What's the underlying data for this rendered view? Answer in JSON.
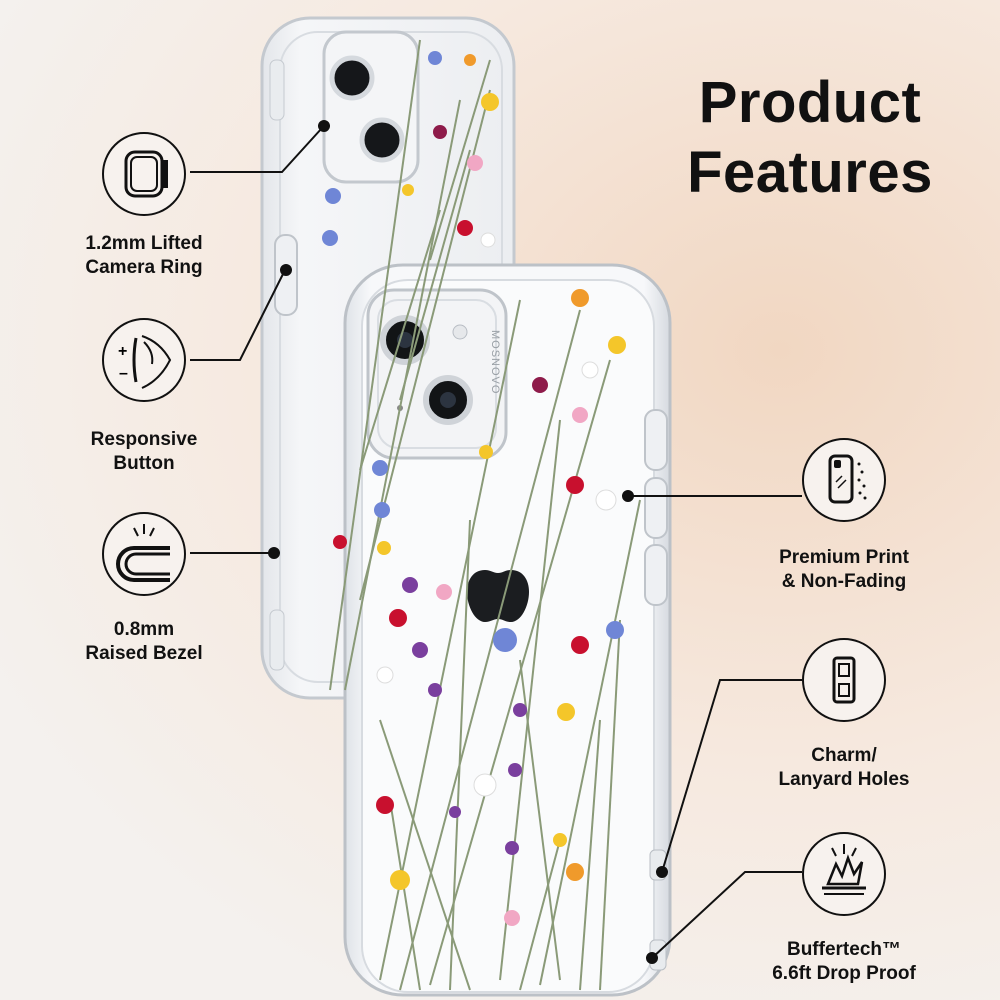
{
  "title": {
    "line1": "Product",
    "line2": "Features"
  },
  "brand": "MOSNOVO",
  "features": [
    {
      "icon": "camera-ring-icon",
      "line1": "1.2mm Lifted",
      "line2": "Camera Ring"
    },
    {
      "icon": "button-icon",
      "line1": "Responsive",
      "line2": "Button"
    },
    {
      "icon": "bezel-icon",
      "line1": "0.8mm",
      "line2": "Raised Bezel"
    },
    {
      "icon": "print-icon",
      "line1": "Premium Print",
      "line2": "& Non-Fading"
    },
    {
      "icon": "lanyard-holes-icon",
      "line1": "Charm/",
      "line2": "Lanyard Holes"
    },
    {
      "icon": "drop-proof-icon",
      "line1": "Buffertech™",
      "line2": "6.6ft Drop Proof"
    }
  ],
  "colors": {
    "text": "#111111",
    "background": "#f4e6dc",
    "case_edge": "#c9cdd2"
  }
}
